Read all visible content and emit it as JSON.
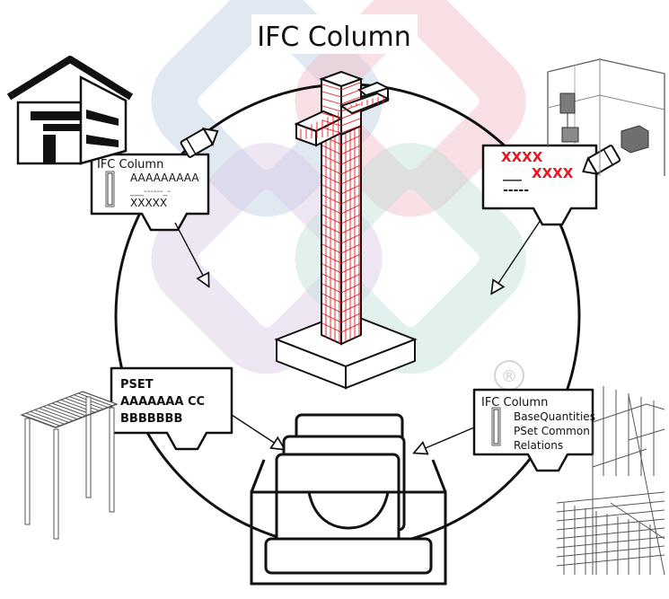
{
  "title": "IFC Column",
  "colors": {
    "accent_red": "#e8141e",
    "logo_blue": "#9bb9d8",
    "logo_red": "#f2b3bd",
    "logo_teal": "#b8dcd8",
    "logo_purple": "#d9c4e4",
    "ink": "#111111"
  },
  "cards": {
    "top_left": {
      "heading": "IFC Column",
      "line1": "AAAAAAAAA",
      "line2": "___------_-",
      "line3": "XXXXX"
    },
    "top_right": {
      "line1": "XXXX",
      "line2_prefix": "___",
      "line2": "XXXX",
      "line3": "-----"
    },
    "bottom_left": {
      "line1": "PSET",
      "line2": "AAAAAAA CC",
      "line3": "BBBBBBB"
    },
    "bottom_right": {
      "heading": "IFC Column",
      "items": [
        "BaseQuantities",
        "PSet Common",
        "Relations"
      ]
    }
  },
  "registered_mark": "®",
  "icons": [
    "house-icon",
    "office-building-icon",
    "pergola-icon",
    "wireframe-building-icon",
    "document-tray-icon",
    "pencil-icon"
  ]
}
